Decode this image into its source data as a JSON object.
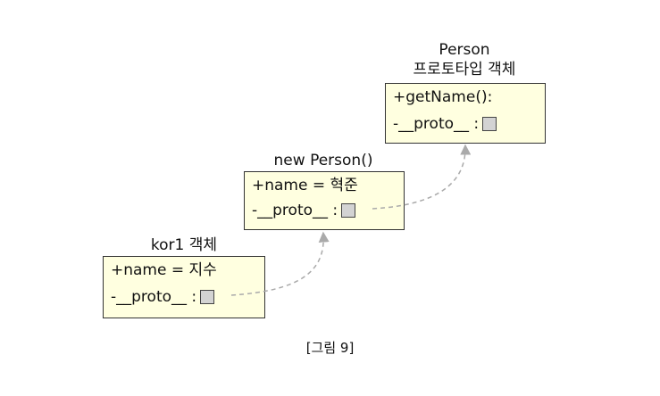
{
  "objects": {
    "prototype": {
      "title_lines": [
        "Person",
        "프로토타입 객체"
      ],
      "rows": [
        "+getName():",
        "-__proto__ :"
      ]
    },
    "instance": {
      "title": "new Person()",
      "rows": [
        "+name = 혁준",
        "-__proto__ :"
      ]
    },
    "kor1": {
      "title": "kor1 객체",
      "rows": [
        "+name = 지수",
        "-__proto__ :"
      ]
    }
  },
  "caption": "[그림 9]",
  "colors": {
    "box_fill": "#ffffe0",
    "slot_fill": "#d3d3d3",
    "link_stroke": "#aaaaaa"
  }
}
